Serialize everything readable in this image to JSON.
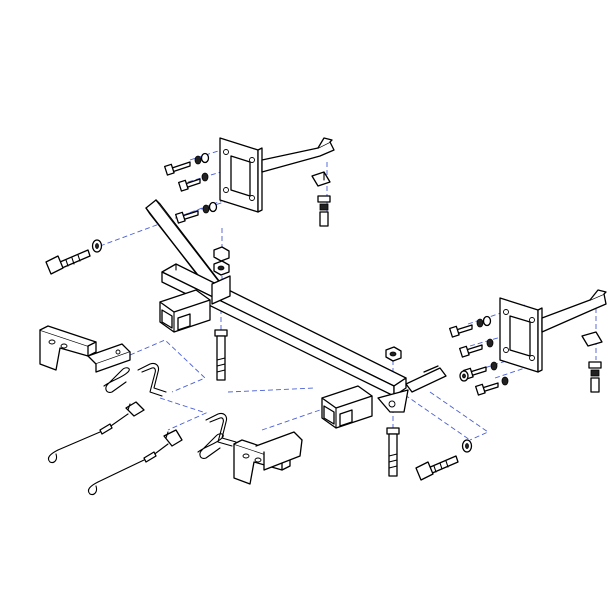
{
  "colors": {
    "line": "#000000",
    "guide": "#4b5fd6",
    "background": "#ffffff"
  },
  "components": [
    "main-crossbar",
    "left-mounting-bracket",
    "right-mounting-bracket",
    "diagonal-brace",
    "left-receiver-tab",
    "right-receiver-tab",
    "left-tow-tab",
    "right-tow-tab",
    "tow-pins",
    "safety-cables",
    "hitch-pin-clips",
    "carriage-bolts",
    "hex-bolts",
    "washers",
    "nuts"
  ]
}
